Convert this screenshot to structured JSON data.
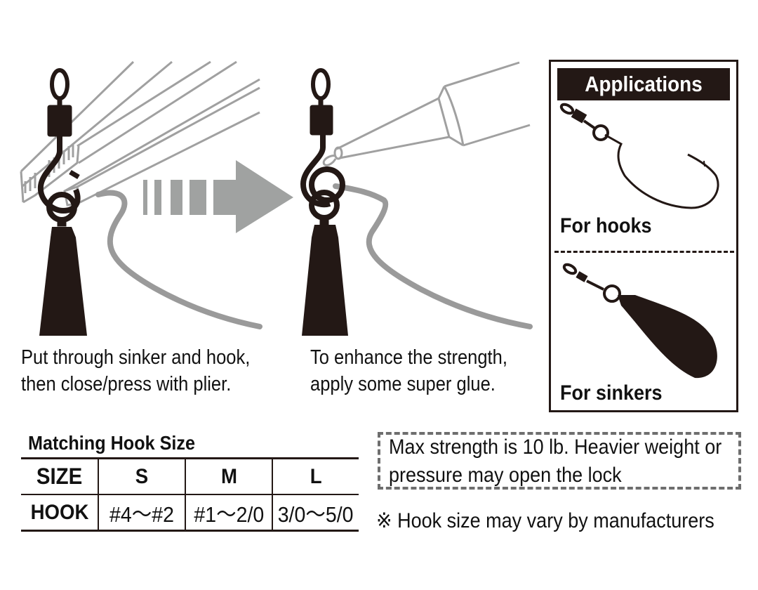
{
  "step1": {
    "caption_line1": "Put through sinker and hook,",
    "caption_line2": "then close/press with plier."
  },
  "step2": {
    "caption_line1": "To enhance the strength,",
    "caption_line2": "apply some super glue."
  },
  "applications": {
    "title": "Applications",
    "items": [
      {
        "label": "For hooks",
        "icon": "hook-icon"
      },
      {
        "label": "For sinkers",
        "icon": "sinker-icon"
      }
    ]
  },
  "hook_table": {
    "title": "Matching Hook Size",
    "rows": [
      {
        "header": "SIZE",
        "cells": [
          "S",
          "M",
          "L"
        ]
      },
      {
        "header": "HOOK",
        "cells": [
          "#4～#2",
          "#1～2/0",
          "3/0～5/0"
        ]
      }
    ]
  },
  "warning": {
    "line1": "Max strength is 10 lb. Heavier weight or",
    "line2": "pressure may open the lock"
  },
  "note": "※ Hook size may vary by manufacturers",
  "colors": {
    "ink": "#231815",
    "gray_line": "#9a9a9a",
    "arrow_gray": "#a0a2a1",
    "dash_border": "#6e6e6e"
  }
}
